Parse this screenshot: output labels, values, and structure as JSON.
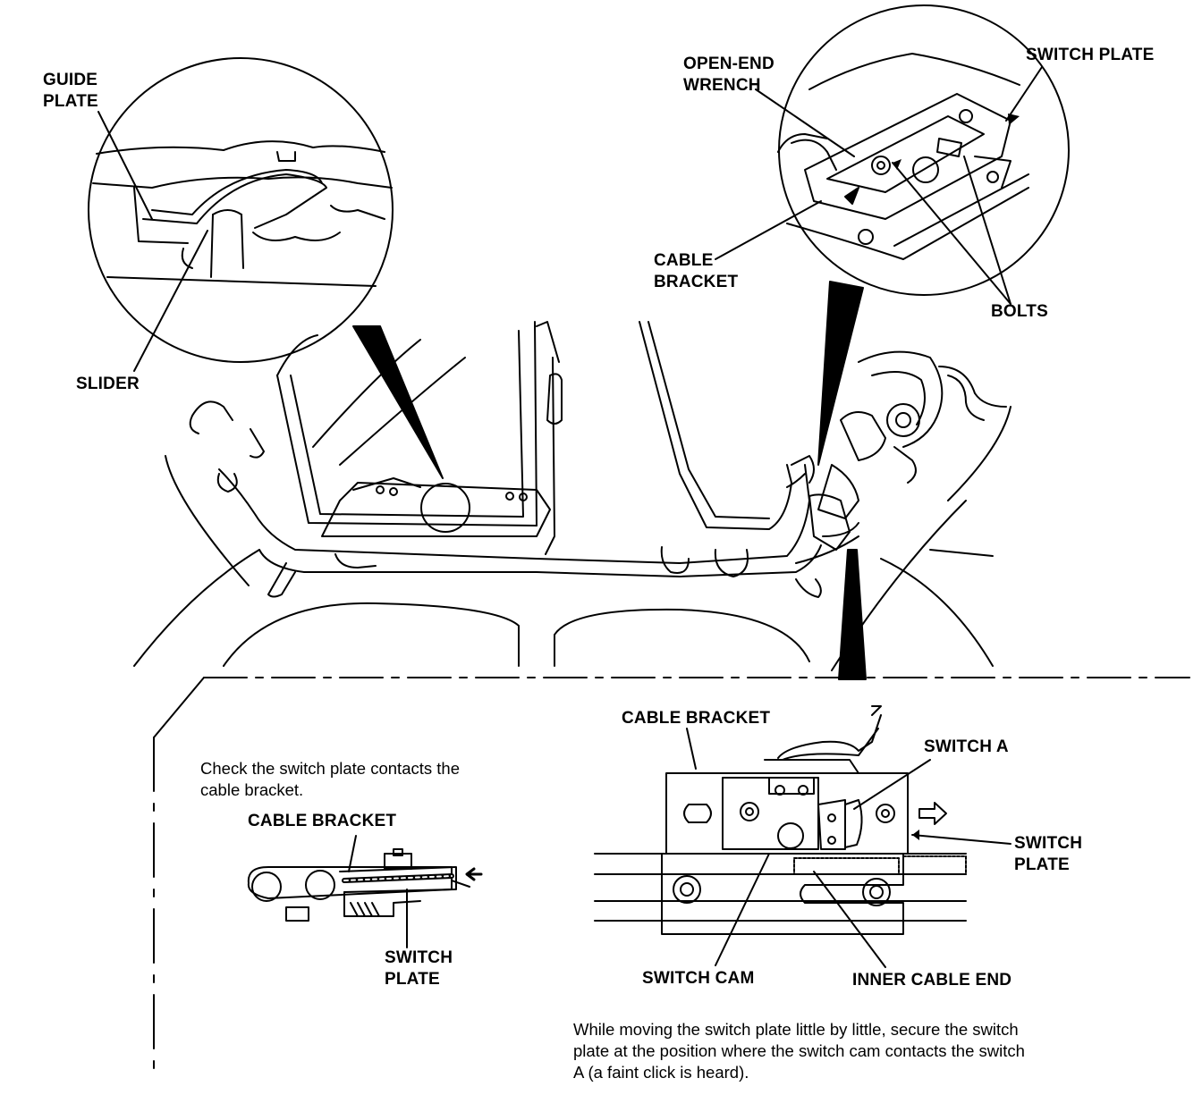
{
  "labels": {
    "guide_plate_1": "GUIDE",
    "guide_plate_2": "PLATE",
    "slider": "SLIDER",
    "open_end_wrench_1": "OPEN-END",
    "open_end_wrench_2": "WRENCH",
    "switch_plate_top": "SWITCH PLATE",
    "cable_bracket_top_1": "CABLE",
    "cable_bracket_top_2": "BRACKET",
    "bolts": "BOLTS",
    "cable_bracket_left": "CABLE BRACKET",
    "switch_plate_left_1": "SWITCH",
    "switch_plate_left_2": "PLATE",
    "cable_bracket_right": "CABLE BRACKET",
    "switch_a": "SWITCH A",
    "switch_plate_right_1": "SWITCH",
    "switch_plate_right_2": "PLATE",
    "switch_cam": "SWITCH CAM",
    "inner_cable_end": "INNER CABLE END"
  },
  "notes": {
    "check_1": "Check the switch plate contacts the",
    "check_2": "cable bracket.",
    "while_1": "While moving the switch plate little by little, secure the switch",
    "while_2": "plate at the position where the switch cam contacts the switch",
    "while_3": "A (a faint click is heard)."
  },
  "colors": {
    "ink": "#000000",
    "paper": "#ffffff"
  }
}
